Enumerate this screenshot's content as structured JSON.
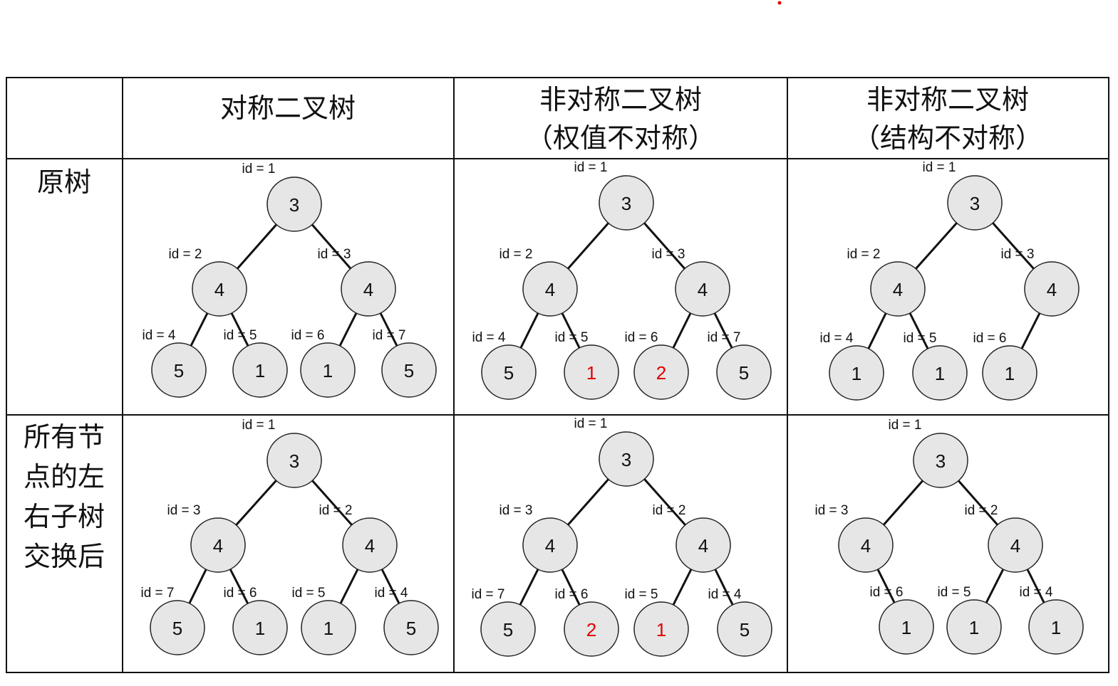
{
  "table": {
    "header": {
      "col1": [
        "对称二叉树"
      ],
      "col2": [
        "非对称二叉树",
        "（权值不对称）"
      ],
      "col3": [
        "非对称二叉树",
        "（结构不对称）"
      ]
    },
    "rows": [
      {
        "label": [
          "原树"
        ]
      },
      {
        "label": [
          "所有节",
          "点的左",
          "右子树",
          "交换后"
        ]
      }
    ]
  },
  "colors": {
    "node_fill": "#e6e6e6",
    "highlight_value": "#e00000",
    "text": "#111111",
    "marker_dot": "#e00000"
  },
  "trees": [
    {
      "cell": "row1-col1",
      "nodes": [
        {
          "key": "n1",
          "id_label": "id = 1",
          "value": "3",
          "highlight": false
        },
        {
          "key": "n2",
          "id_label": "id = 2",
          "value": "4",
          "highlight": false
        },
        {
          "key": "n3",
          "id_label": "id = 3",
          "value": "4",
          "highlight": false
        },
        {
          "key": "n4",
          "id_label": "id = 4",
          "value": "5",
          "highlight": false
        },
        {
          "key": "n5",
          "id_label": "id = 5",
          "value": "1",
          "highlight": false
        },
        {
          "key": "n6",
          "id_label": "id = 6",
          "value": "1",
          "highlight": false
        },
        {
          "key": "n7",
          "id_label": "id = 7",
          "value": "5",
          "highlight": false
        }
      ],
      "edges": [
        [
          "n1",
          "n2"
        ],
        [
          "n1",
          "n3"
        ],
        [
          "n2",
          "n4"
        ],
        [
          "n2",
          "n5"
        ],
        [
          "n3",
          "n6"
        ],
        [
          "n3",
          "n7"
        ]
      ]
    },
    {
      "cell": "row1-col2",
      "nodes": [
        {
          "key": "n1",
          "id_label": "id = 1",
          "value": "3",
          "highlight": false
        },
        {
          "key": "n2",
          "id_label": "id = 2",
          "value": "4",
          "highlight": false
        },
        {
          "key": "n3",
          "id_label": "id = 3",
          "value": "4",
          "highlight": false
        },
        {
          "key": "n4",
          "id_label": "id = 4",
          "value": "5",
          "highlight": false
        },
        {
          "key": "n5",
          "id_label": "id = 5",
          "value": "1",
          "highlight": true
        },
        {
          "key": "n6",
          "id_label": "id = 6",
          "value": "2",
          "highlight": true
        },
        {
          "key": "n7",
          "id_label": "id = 7",
          "value": "5",
          "highlight": false
        }
      ],
      "edges": [
        [
          "n1",
          "n2"
        ],
        [
          "n1",
          "n3"
        ],
        [
          "n2",
          "n4"
        ],
        [
          "n2",
          "n5"
        ],
        [
          "n3",
          "n6"
        ],
        [
          "n3",
          "n7"
        ]
      ]
    },
    {
      "cell": "row1-col3",
      "nodes": [
        {
          "key": "n1",
          "id_label": "id = 1",
          "value": "3",
          "highlight": false
        },
        {
          "key": "n2",
          "id_label": "id = 2",
          "value": "4",
          "highlight": false
        },
        {
          "key": "n3",
          "id_label": "id = 3",
          "value": "4",
          "highlight": false
        },
        {
          "key": "n4",
          "id_label": "id = 4",
          "value": "1",
          "highlight": false
        },
        {
          "key": "n5",
          "id_label": "id = 5",
          "value": "1",
          "highlight": false
        },
        {
          "key": "n6",
          "id_label": "id = 6",
          "value": "1",
          "highlight": false
        }
      ],
      "edges": [
        [
          "n1",
          "n2"
        ],
        [
          "n1",
          "n3"
        ],
        [
          "n2",
          "n4"
        ],
        [
          "n2",
          "n5"
        ],
        [
          "n3",
          "n6"
        ]
      ]
    },
    {
      "cell": "row2-col1",
      "nodes": [
        {
          "key": "n1",
          "id_label": "id = 1",
          "value": "3",
          "highlight": false
        },
        {
          "key": "n2",
          "id_label": "id = 3",
          "value": "4",
          "highlight": false
        },
        {
          "key": "n3",
          "id_label": "id = 2",
          "value": "4",
          "highlight": false
        },
        {
          "key": "n4",
          "id_label": "id = 7",
          "value": "5",
          "highlight": false
        },
        {
          "key": "n5",
          "id_label": "id = 6",
          "value": "1",
          "highlight": false
        },
        {
          "key": "n6",
          "id_label": "id = 5",
          "value": "1",
          "highlight": false
        },
        {
          "key": "n7",
          "id_label": "id = 4",
          "value": "5",
          "highlight": false
        }
      ],
      "edges": [
        [
          "n1",
          "n2"
        ],
        [
          "n1",
          "n3"
        ],
        [
          "n2",
          "n4"
        ],
        [
          "n2",
          "n5"
        ],
        [
          "n3",
          "n6"
        ],
        [
          "n3",
          "n7"
        ]
      ]
    },
    {
      "cell": "row2-col2",
      "nodes": [
        {
          "key": "n1",
          "id_label": "id = 1",
          "value": "3",
          "highlight": false
        },
        {
          "key": "n2",
          "id_label": "id = 3",
          "value": "4",
          "highlight": false
        },
        {
          "key": "n3",
          "id_label": "id = 2",
          "value": "4",
          "highlight": false
        },
        {
          "key": "n4",
          "id_label": "id = 7",
          "value": "5",
          "highlight": false
        },
        {
          "key": "n5",
          "id_label": "id = 6",
          "value": "2",
          "highlight": true
        },
        {
          "key": "n6",
          "id_label": "id = 5",
          "value": "1",
          "highlight": true
        },
        {
          "key": "n7",
          "id_label": "id = 4",
          "value": "5",
          "highlight": false
        }
      ],
      "edges": [
        [
          "n1",
          "n2"
        ],
        [
          "n1",
          "n3"
        ],
        [
          "n2",
          "n4"
        ],
        [
          "n2",
          "n5"
        ],
        [
          "n3",
          "n6"
        ],
        [
          "n3",
          "n7"
        ]
      ]
    },
    {
      "cell": "row2-col3",
      "nodes": [
        {
          "key": "n1",
          "id_label": "id = 1",
          "value": "3",
          "highlight": false
        },
        {
          "key": "n2",
          "id_label": "id = 3",
          "value": "4",
          "highlight": false
        },
        {
          "key": "n3",
          "id_label": "id = 2",
          "value": "4",
          "highlight": false
        },
        {
          "key": "n4",
          "id_label": "id = 6",
          "value": "1",
          "highlight": false
        },
        {
          "key": "n5",
          "id_label": "id = 5",
          "value": "1",
          "highlight": false
        },
        {
          "key": "n6",
          "id_label": "id = 4",
          "value": "1",
          "highlight": false
        }
      ],
      "edges": [
        [
          "n1",
          "n2"
        ],
        [
          "n1",
          "n3"
        ],
        [
          "n2",
          "n4"
        ],
        [
          "n3",
          "n5"
        ],
        [
          "n3",
          "n6"
        ]
      ]
    }
  ]
}
